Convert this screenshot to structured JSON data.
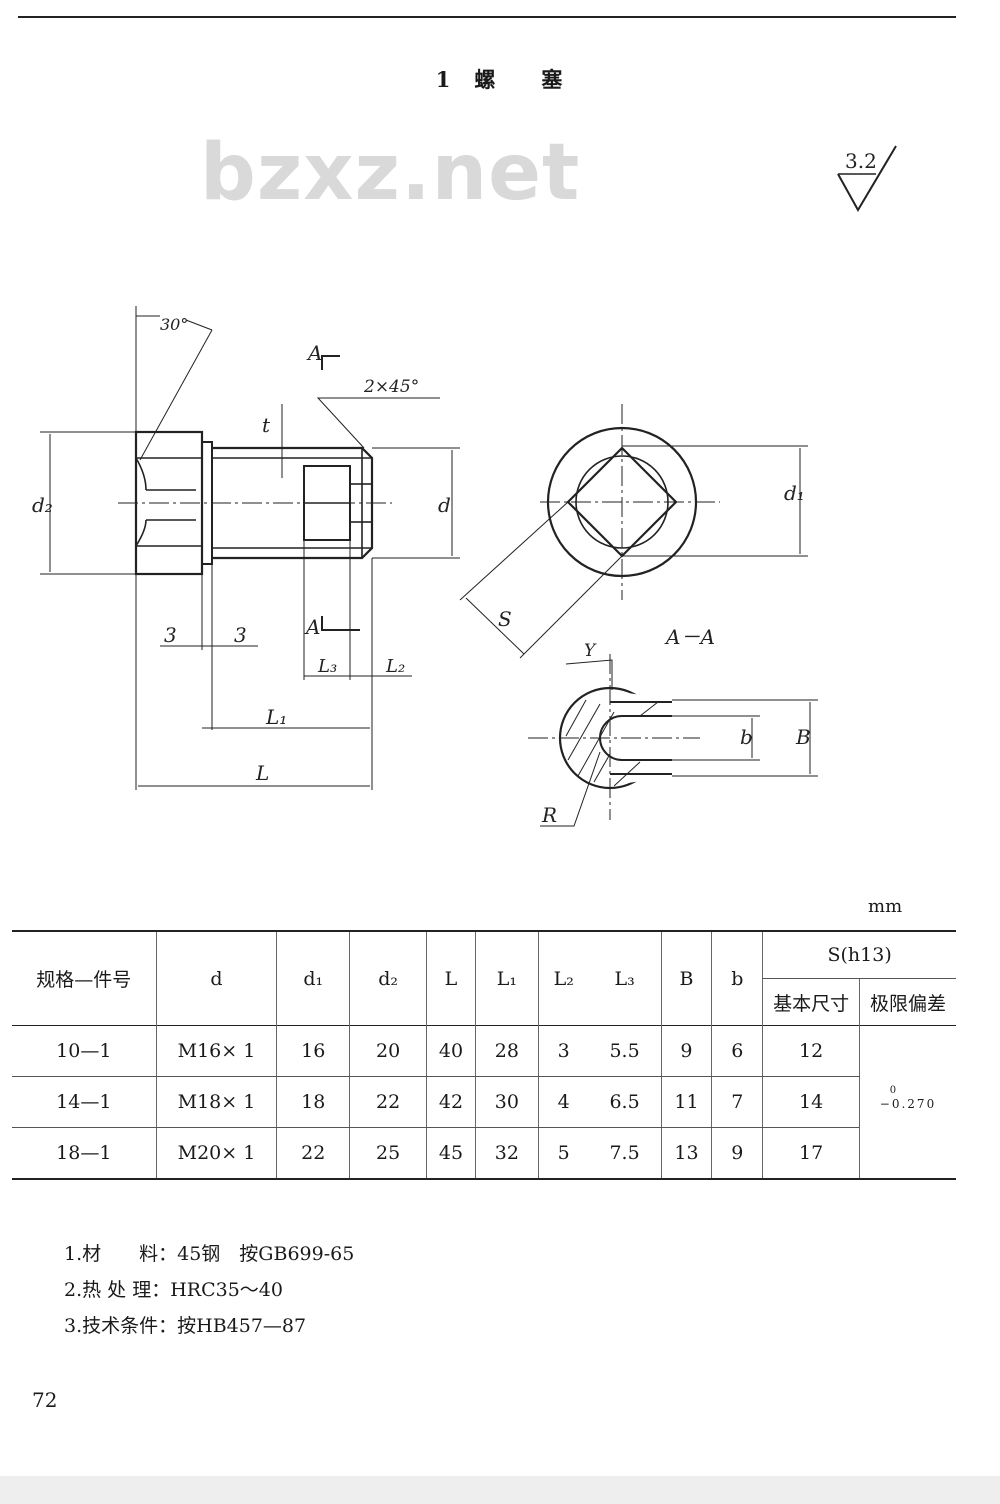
{
  "header": {
    "title_number": "1",
    "title_char1": "螺",
    "title_char2": "塞"
  },
  "watermark": "bzxz.net",
  "drawing": {
    "roughness": "3.2",
    "labels": {
      "angle": "30°",
      "section_marker_top": "A",
      "section_marker_bottom": "A",
      "chamfer": "2×45°",
      "t": "t",
      "d2": "d₂",
      "d": "d",
      "d1": "d₁",
      "s": "S",
      "dim3_left": "3",
      "dim3_right": "3",
      "L3": "L₃",
      "L2": "L₂",
      "L1": "L₁",
      "L": "L",
      "section_title": "A－A",
      "Y": "Y",
      "b": "b",
      "B": "B",
      "R": "R"
    }
  },
  "unit": "mm",
  "table": {
    "headers": {
      "spec": "规格—件号",
      "d": "d",
      "d1": "d₁",
      "d2": "d₂",
      "L": "L",
      "L1": "L₁",
      "L2": "L₂",
      "L3": "L₃",
      "B": "B",
      "b": "b",
      "S": "S(h13)",
      "S_basic": "基本尺寸",
      "S_tol": "极限偏差"
    },
    "tolerance": "−0.270",
    "tolerance_upper": "0",
    "rows": [
      {
        "spec": "10—1",
        "d": "M16× 1",
        "d1": "16",
        "d2": "20",
        "L": "40",
        "L1": "28",
        "L2": "3",
        "L3": "5.5",
        "B": "9",
        "b": "6",
        "S": "12"
      },
      {
        "spec": "14—1",
        "d": "M18× 1",
        "d1": "18",
        "d2": "22",
        "L": "42",
        "L1": "30",
        "L2": "4",
        "L3": "6.5",
        "B": "11",
        "b": "7",
        "S": "14"
      },
      {
        "spec": "18—1",
        "d": "M20× 1",
        "d1": "22",
        "d2": "25",
        "L": "45",
        "L1": "32",
        "L2": "5",
        "L3": "7.5",
        "B": "13",
        "b": "9",
        "S": "17"
      }
    ]
  },
  "notes": [
    "1.材　　料：45钢　按GB699-65",
    "2.热 处 理：HRC35～40",
    "3.技术条件：按HB457—87"
  ],
  "page_number": "72"
}
